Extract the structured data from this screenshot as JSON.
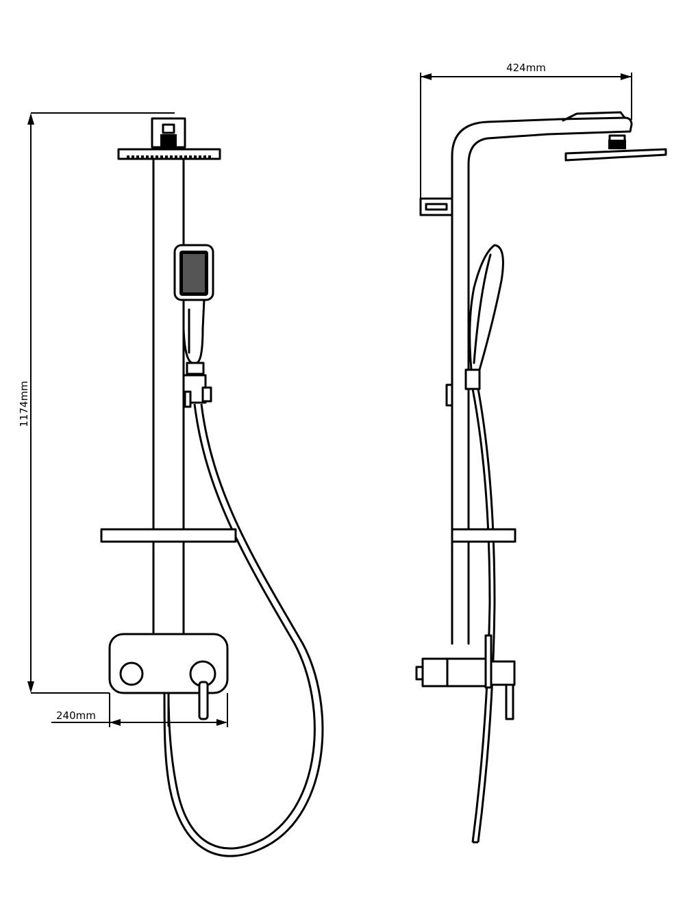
{
  "dimensions": {
    "height_label": "1174mm",
    "depth_label": "424mm",
    "width_label": "240mm"
  },
  "colors": {
    "line": "#000000",
    "background": "#ffffff"
  }
}
